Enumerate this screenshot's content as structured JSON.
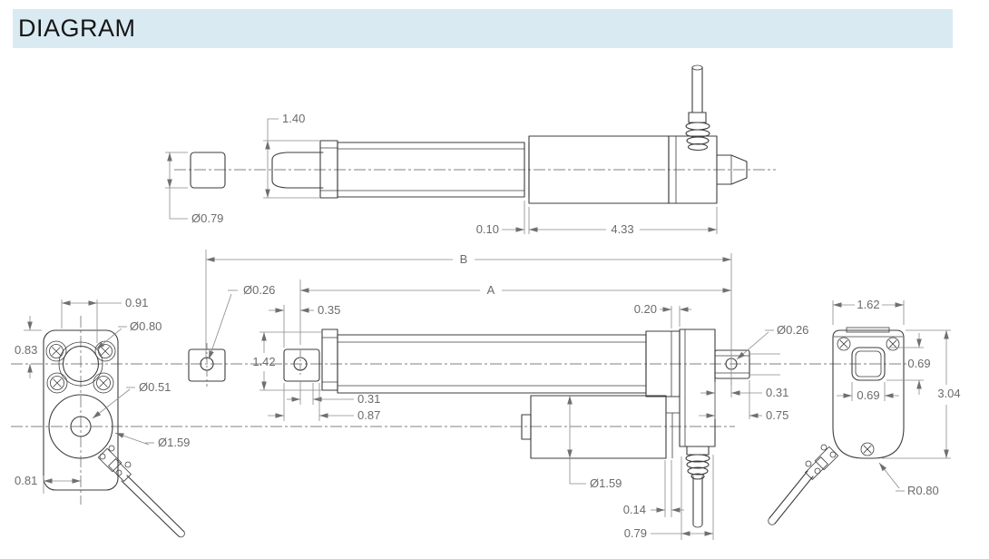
{
  "header": {
    "title": "DIAGRAM",
    "bg_color": "#daeaf2"
  },
  "colors": {
    "line": "#3d3d3d",
    "dimension": "#8a8a8a",
    "dim_text": "#6b6b6b"
  },
  "drawing": {
    "type": "engineering-drawing",
    "subject": "linear-actuator",
    "views": [
      "top-side-view",
      "main-side-view",
      "front-end-view",
      "rear-end-view"
    ]
  },
  "labels": {
    "top": {
      "nut_width": "1.40",
      "rod_dia": "Ø0.79",
      "gap": "0.10",
      "motor_len": "4.33"
    },
    "main": {
      "ext_hole_dia": "Ø0.26",
      "dim_b": "B",
      "dim_a": "A",
      "hole_offset": "0.35",
      "tube_od": "1.42",
      "front_31": "0.31",
      "front_87": "0.87",
      "rear_gap": "0.20",
      "rear_hole_dia": "Ø0.26",
      "rear_31": "0.31",
      "rear_75": "0.75",
      "motor_dia": "Ø1.59",
      "cable_14": "0.14",
      "cable_79": "0.79"
    },
    "front": {
      "w91": "0.91",
      "bore": "Ø0.80",
      "h83": "0.83",
      "shaft": "Ø0.51",
      "motor": "Ø1.59",
      "b81": "0.81"
    },
    "rear": {
      "w162": "1.62",
      "sq_h": "0.69",
      "sq_w": "0.69",
      "h304": "3.04",
      "rad": "R0.80"
    }
  }
}
